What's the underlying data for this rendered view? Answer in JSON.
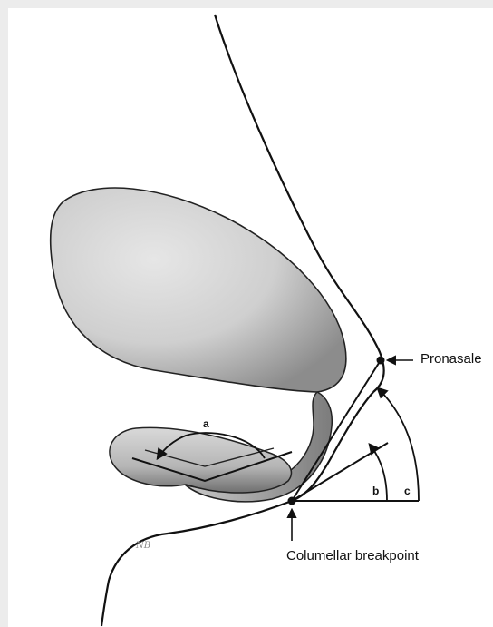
{
  "labels": {
    "pronasale": "Pronasale",
    "columellar_breakpoint": "Columellar breakpoint",
    "angle_a": "a",
    "angle_b": "b",
    "angle_c": "c"
  },
  "artist_mark": "NB",
  "colors": {
    "background": "#ffffff",
    "ink": "#111111",
    "cartilage_light": "#dcdcdc",
    "cartilage_dark": "#7a7a7a"
  }
}
